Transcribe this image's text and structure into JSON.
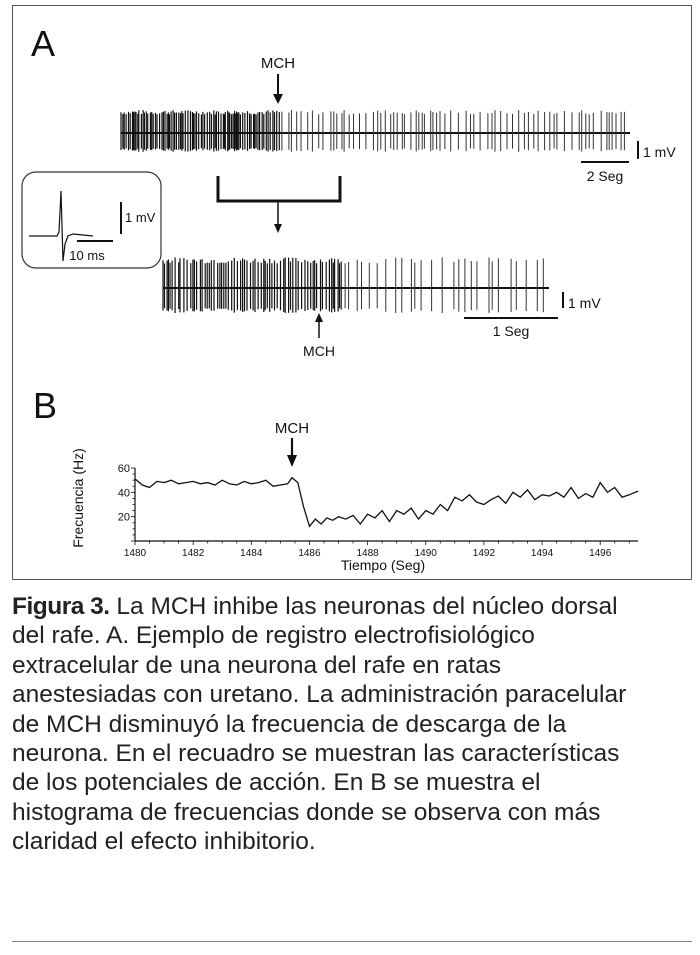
{
  "figure": {
    "panel_a": {
      "label": "A",
      "mch_top": "MCH",
      "mch_bottom": "MCH",
      "top_scale_v": "1 mV",
      "top_scale_t": "2 Seg",
      "bottom_scale_v": "1 mV",
      "bottom_scale_t": "1 Seg",
      "inset_scale_v": "1 mV",
      "inset_scale_t": "10 ms"
    },
    "panel_b": {
      "label": "B"
    }
  },
  "chart_data": {
    "type": "line",
    "title": "",
    "xlabel": "Tiempo (Seg)",
    "ylabel": "Frecuencia (Hz)",
    "xlim": [
      1480,
      1497.3
    ],
    "ylim": [
      0,
      60
    ],
    "xticks": [
      1480,
      1482,
      1484,
      1486,
      1488,
      1490,
      1492,
      1494,
      1496
    ],
    "yticks": [
      20,
      40,
      60
    ],
    "annotation": "MCH",
    "annotation_x": 1485.4,
    "series": [
      {
        "name": "Frecuencia",
        "x": [
          1480,
          1480.25,
          1480.5,
          1480.75,
          1481,
          1481.25,
          1481.5,
          1481.75,
          1482,
          1482.25,
          1482.5,
          1482.75,
          1483,
          1483.25,
          1483.5,
          1483.75,
          1484,
          1484.25,
          1484.5,
          1484.75,
          1485,
          1485.25,
          1485.4,
          1485.6,
          1485.8,
          1486,
          1486.2,
          1486.4,
          1486.6,
          1486.8,
          1487,
          1487.25,
          1487.5,
          1487.75,
          1488,
          1488.25,
          1488.5,
          1488.75,
          1489,
          1489.25,
          1489.5,
          1489.75,
          1490,
          1490.25,
          1490.5,
          1490.75,
          1491,
          1491.25,
          1491.5,
          1491.75,
          1492,
          1492.25,
          1492.5,
          1492.75,
          1493,
          1493.25,
          1493.5,
          1493.75,
          1494,
          1494.25,
          1494.5,
          1494.75,
          1495,
          1495.25,
          1495.5,
          1495.75,
          1496,
          1496.25,
          1496.5,
          1496.75,
          1497,
          1497.3
        ],
        "y": [
          51,
          46,
          44,
          49,
          48,
          50,
          47,
          48,
          49,
          47,
          48,
          46,
          50,
          47,
          46,
          49,
          47,
          48,
          50,
          45,
          46,
          47,
          52,
          48,
          28,
          12,
          18,
          14,
          19,
          17,
          20,
          18,
          21,
          14,
          22,
          19,
          25,
          16,
          25,
          22,
          27,
          18,
          25,
          22,
          30,
          25,
          36,
          33,
          38,
          32,
          30,
          34,
          37,
          31,
          40,
          36,
          42,
          34,
          38,
          37,
          40,
          36,
          44,
          35,
          39,
          36,
          48,
          40,
          44,
          36,
          38,
          41
        ]
      }
    ]
  },
  "caption": {
    "label": "Figura 3.",
    "lines": [
      " La MCH inhibe las neuronas del núcleo dorsal",
      "del rafe. A. Ejemplo de registro electrofisiológico",
      "extracelular de una neurona del rafe en ratas",
      "anestesiadas con uretano. La administración paracelular",
      "de MCH disminuyó la frecuencia de descarga de la",
      "neurona. En el recuadro se muestran las características",
      "de los potenciales de acción. En B se muestra el",
      "histograma de frecuencias donde se observa con más",
      "claridad el efecto inhibitorio."
    ]
  }
}
